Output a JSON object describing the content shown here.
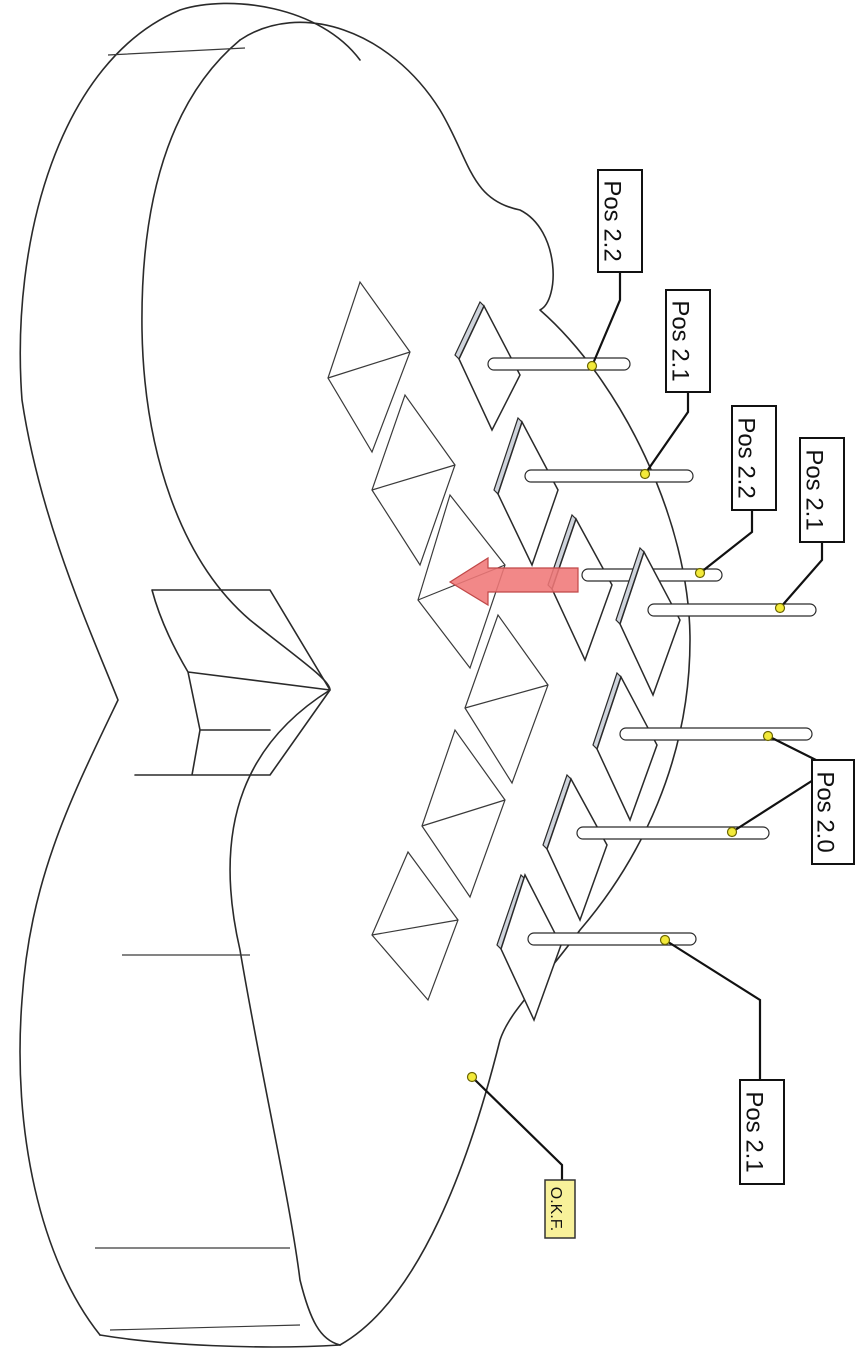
{
  "labels": {
    "pos_2_2_a": "Pos 2.2",
    "pos_2_1_a": "Pos 2.1",
    "pos_2_2_b": "Pos 2.2",
    "pos_2_1_b": "Pos 2.1",
    "pos_2_0": "Pos 2.0",
    "pos_2_1_c": "Pos 2.1",
    "okf": "O.K.F."
  },
  "colors": {
    "callout_dot": "#f3ea3a",
    "okf_box": "#f8f19a",
    "flow_arrow": "#f07878"
  }
}
